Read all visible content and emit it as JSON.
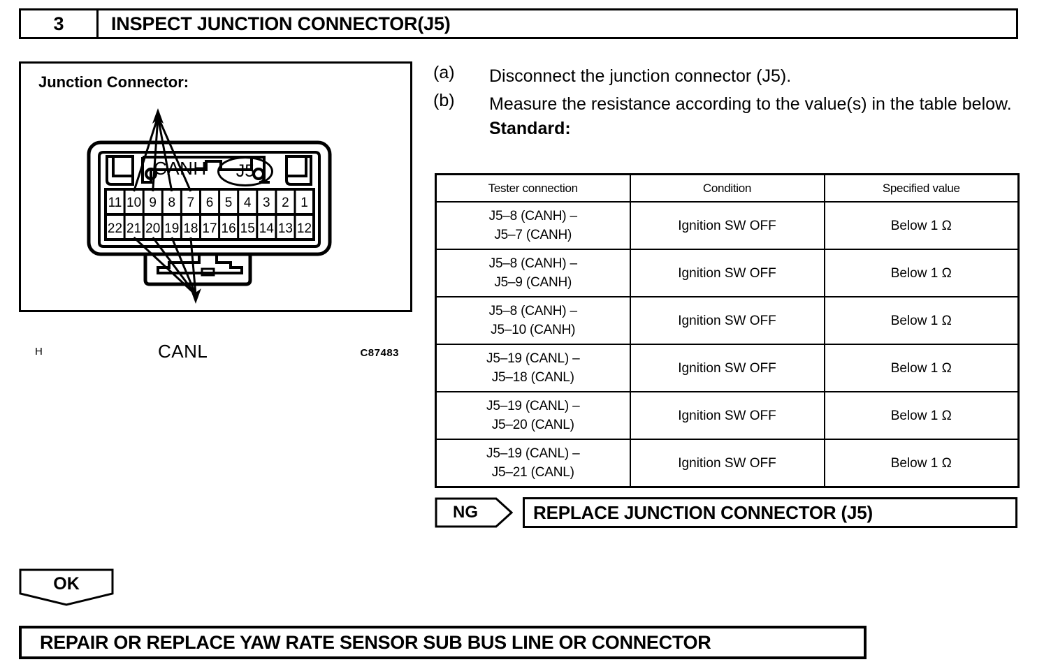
{
  "step": {
    "number": "3",
    "title": "INSPECT JUNCTION CONNECTOR(J5)"
  },
  "figure": {
    "caption": "Junction Connector:",
    "canh_label": "CANH",
    "canl_label": "CANL",
    "connector_id": "J5",
    "corner_mark": "H",
    "figure_code": "C87483",
    "pins_top": [
      "11",
      "10",
      "9",
      "8",
      "7",
      "6",
      "5",
      "4",
      "3",
      "2",
      "1"
    ],
    "pins_bottom": [
      "22",
      "21",
      "20",
      "19",
      "18",
      "17",
      "16",
      "15",
      "14",
      "13",
      "12"
    ],
    "canh_pins": [
      "10",
      "9",
      "8",
      "7"
    ],
    "canl_pins": [
      "21",
      "20",
      "19",
      "18"
    ]
  },
  "instructions": [
    {
      "marker": "(a)",
      "text": "Disconnect the junction connector (J5)."
    },
    {
      "marker": "(b)",
      "text": "Measure the resistance according to the value(s) in the table below."
    }
  ],
  "standard_label": "Standard:",
  "table": {
    "headers": [
      "Tester connection",
      "Condition",
      "Specified value"
    ],
    "rows": [
      {
        "tester_line1": "J5–8 (CANH) –",
        "tester_line2": "J5–7 (CANH)",
        "condition": "Ignition SW OFF",
        "specified": "Below 1 Ω"
      },
      {
        "tester_line1": "J5–8 (CANH) –",
        "tester_line2": "J5–9 (CANH)",
        "condition": "Ignition SW OFF",
        "specified": "Below 1 Ω"
      },
      {
        "tester_line1": "J5–8 (CANH) –",
        "tester_line2": "J5–10 (CANH)",
        "condition": "Ignition SW OFF",
        "specified": "Below 1 Ω"
      },
      {
        "tester_line1": "J5–19 (CANL) –",
        "tester_line2": "J5–18 (CANL)",
        "condition": "Ignition SW OFF",
        "specified": "Below 1 Ω"
      },
      {
        "tester_line1": "J5–19 (CANL) –",
        "tester_line2": "J5–20 (CANL)",
        "condition": "Ignition SW OFF",
        "specified": "Below 1 Ω"
      },
      {
        "tester_line1": "J5–19 (CANL) –",
        "tester_line2": "J5–21 (CANL)",
        "condition": "Ignition SW OFF",
        "specified": "Below 1 Ω"
      }
    ]
  },
  "ng_result": {
    "tag": "NG",
    "action": "REPLACE JUNCTION CONNECTOR (J5)"
  },
  "ok_result": {
    "tag": "OK"
  },
  "final_action": "REPAIR OR REPLACE YAW RATE SENSOR SUB BUS LINE OR CONNECTOR"
}
